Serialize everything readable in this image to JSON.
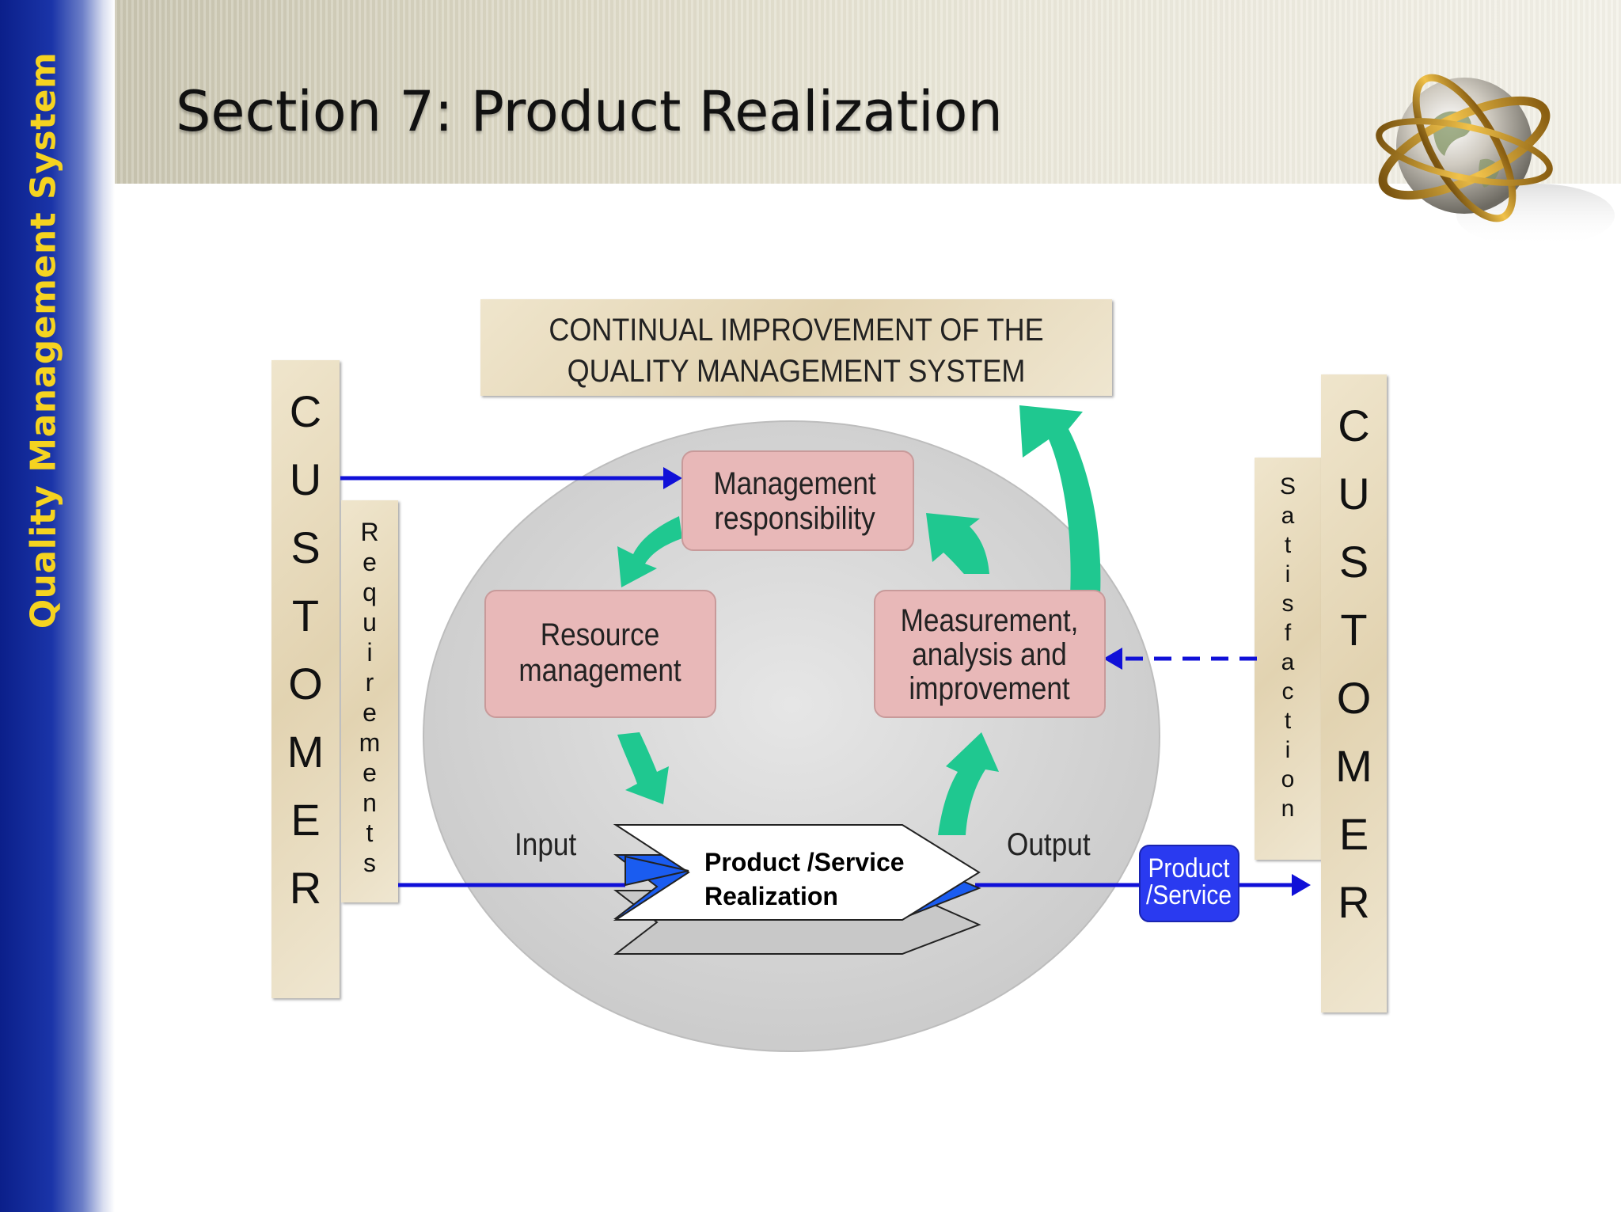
{
  "sidebar": {
    "title": "Quality Management System"
  },
  "header": {
    "title": "Section 7: Product Realization"
  },
  "diagram": {
    "top_box": {
      "line1": "CONTINUAL IMPROVEMENT OF THE",
      "line2": "QUALITY MANAGEMENT SYSTEM"
    },
    "customer_left": {
      "letters": [
        "C",
        "U",
        "S",
        "T",
        "O",
        "M",
        "E",
        "R"
      ]
    },
    "customer_right": {
      "letters": [
        "C",
        "U",
        "S",
        "T",
        "O",
        "M",
        "E",
        "R"
      ]
    },
    "requirements": {
      "letters": [
        "R",
        "e",
        "q",
        "u",
        "i",
        "r",
        "e",
        "m",
        "e",
        "n",
        "t",
        "s"
      ]
    },
    "satisfaction": {
      "letters": [
        "S",
        "a",
        "t",
        "i",
        "s",
        "f",
        "a",
        "c",
        "t",
        "i",
        "o",
        "n"
      ]
    },
    "management": {
      "line1": "Management",
      "line2": "responsibility"
    },
    "resource": {
      "line1": "Resource",
      "line2": "management"
    },
    "measurement": {
      "line1": "Measurement,",
      "line2": "analysis and",
      "line3": "improvement"
    },
    "realization": {
      "line1": "Product /Service",
      "line2": "Realization"
    },
    "input_label": "Input",
    "output_label": "Output",
    "product_badge": {
      "line1": "Product",
      "line2": "/Service"
    },
    "colors": {
      "flow_blue": "#1010d8",
      "arrow_green": "#1fc890",
      "process_pink": "#e8b8b8",
      "badge_blue": "#2a3af0"
    }
  }
}
